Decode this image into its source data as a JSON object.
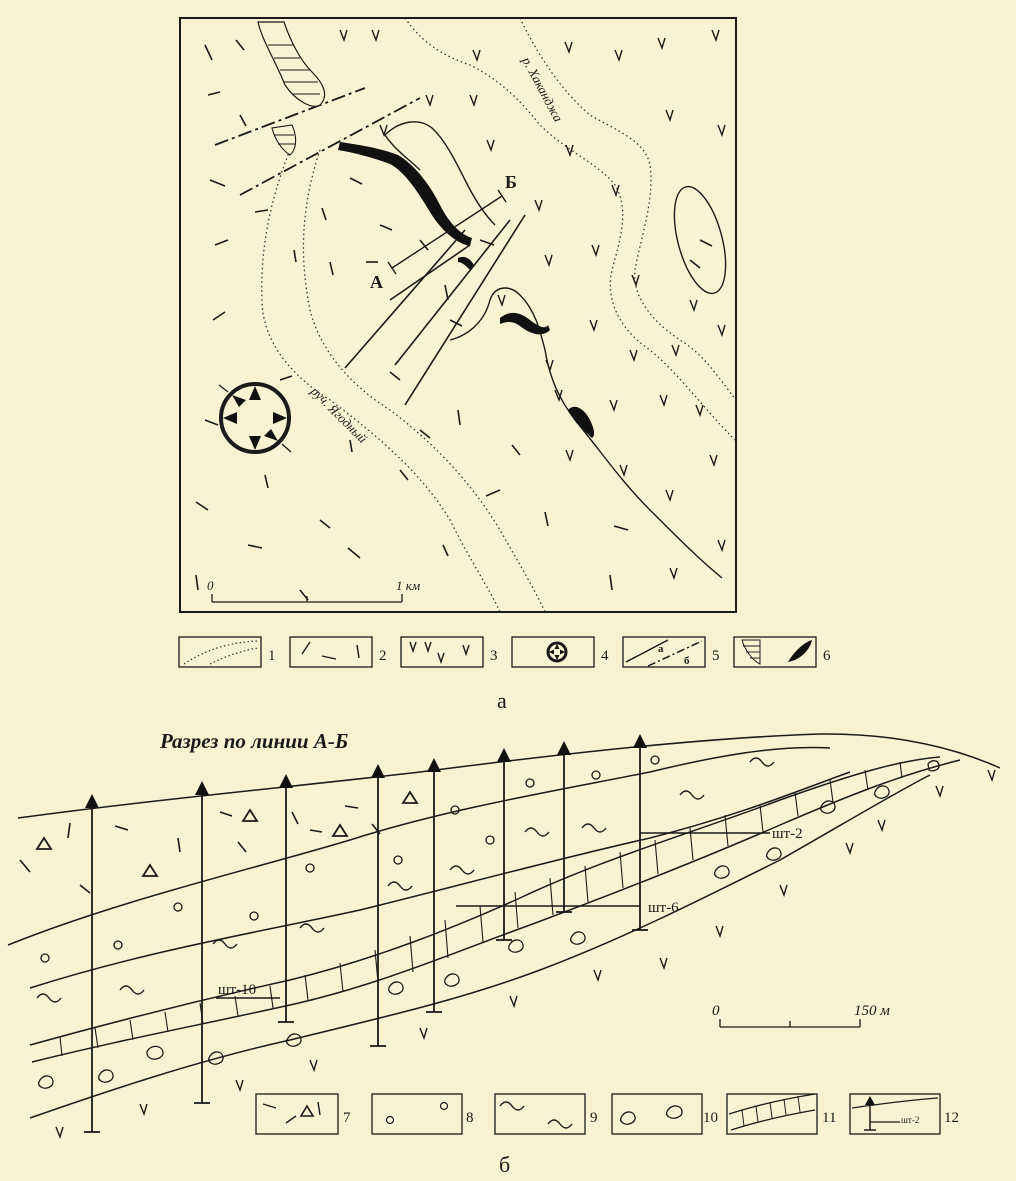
{
  "map": {
    "labels": {
      "river": "р. Хаканджа",
      "creek": "руч. Ягодный",
      "point_a": "А",
      "point_b": "Б"
    },
    "scale": {
      "zero": "0",
      "one": "1 км"
    },
    "legend": {
      "n1": "1",
      "n2": "2",
      "n3": "3",
      "n4": "4",
      "n5": "5",
      "n6": "6",
      "sub_a": "а",
      "sub_b": "б"
    },
    "caption": "а"
  },
  "section": {
    "title": "Разрез по линии А-Б",
    "adits": {
      "sht10": "шт-10",
      "sht6": "шт-6",
      "sht2": "шт-2"
    },
    "scale": {
      "zero": "0",
      "end": "150 м"
    },
    "legend": {
      "n7": "7",
      "n8": "8",
      "n9": "9",
      "n10": "10",
      "n11": "11",
      "n12": "12",
      "sht2": "шт-2"
    },
    "caption": "б"
  },
  "colors": {
    "background": "#f7f3d2",
    "ink": "#1a1a1a"
  }
}
